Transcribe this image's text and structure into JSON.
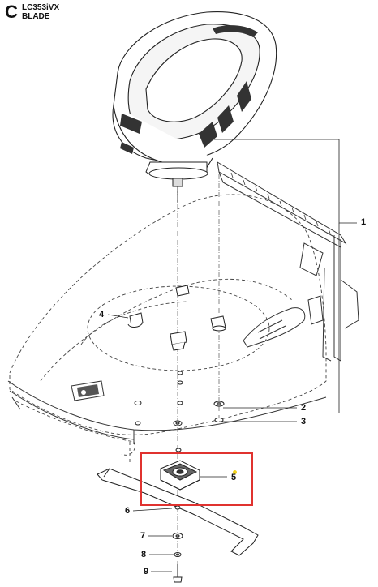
{
  "header": {
    "section_letter": "C",
    "model": "LC353iVX",
    "section_name": "BLADE"
  },
  "callouts": [
    {
      "id": "1",
      "label": "1"
    },
    {
      "id": "2",
      "label": "2"
    },
    {
      "id": "3",
      "label": "3"
    },
    {
      "id": "4",
      "label": "4"
    },
    {
      "id": "5",
      "label": "5"
    },
    {
      "id": "6",
      "label": "6"
    },
    {
      "id": "7",
      "label": "7"
    },
    {
      "id": "8",
      "label": "8"
    },
    {
      "id": "9",
      "label": "9"
    }
  ],
  "highlight": {
    "part": "5",
    "color": "#e0322f",
    "marker_color": "#f2d21b"
  }
}
